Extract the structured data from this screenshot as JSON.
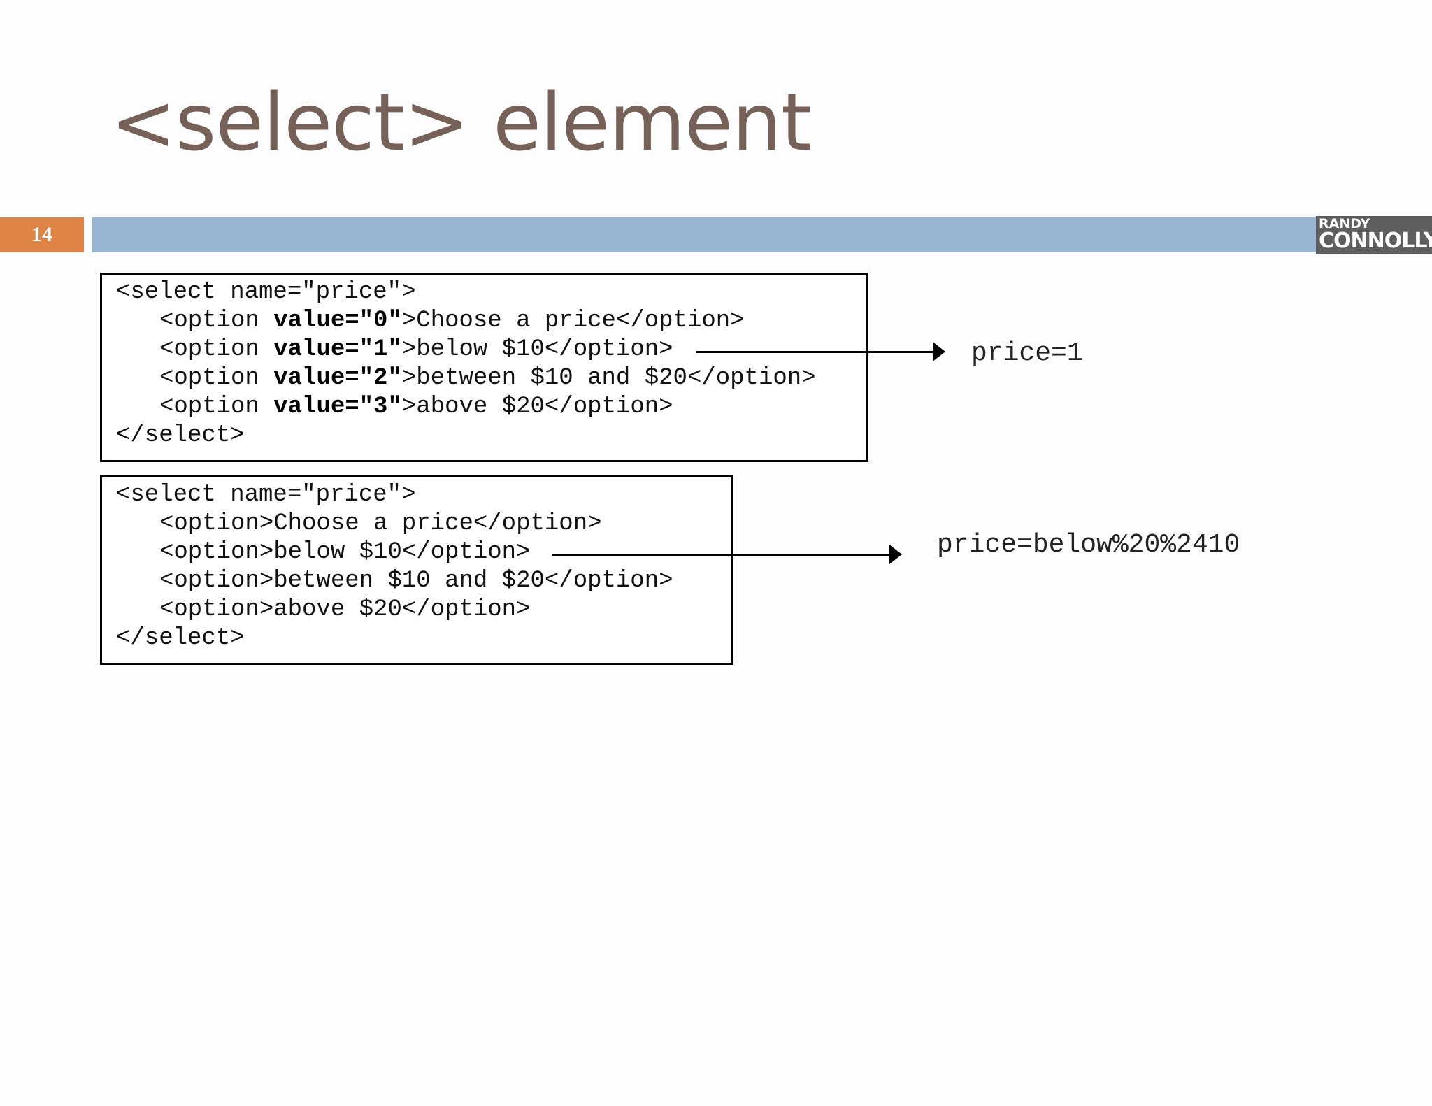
{
  "slide": {
    "title": "<select> element",
    "number": "14",
    "logo": {
      "line1": "RANDY",
      "line2": "CONNOLLY"
    }
  },
  "examples": [
    {
      "lines": [
        {
          "pre": "<select name=\"price\">",
          "bold": "",
          "post": ""
        },
        {
          "pre": "<option ",
          "bold": "value=\"0\"",
          "post": ">Choose a price</option>"
        },
        {
          "pre": "<option ",
          "bold": "value=\"1\"",
          "post": ">below $10</option>"
        },
        {
          "pre": "<option ",
          "bold": "value=\"2\"",
          "post": ">between $10 and $20</option>"
        },
        {
          "pre": "<option ",
          "bold": "value=\"3\"",
          "post": ">above $20</option>"
        },
        {
          "pre": "</select>",
          "bold": "",
          "post": ""
        }
      ],
      "result": "price=1"
    },
    {
      "lines": [
        {
          "pre": "<select name=\"price\">",
          "bold": "",
          "post": ""
        },
        {
          "pre": "<option>Choose a price</option>",
          "bold": "",
          "post": ""
        },
        {
          "pre": "<option>below $10</option>",
          "bold": "",
          "post": ""
        },
        {
          "pre": "<option>between $10 and $20</option>",
          "bold": "",
          "post": ""
        },
        {
          "pre": "<option>above $20</option>",
          "bold": "",
          "post": ""
        },
        {
          "pre": "</select>",
          "bold": "",
          "post": ""
        }
      ],
      "result": "price=below%20%2410"
    }
  ]
}
